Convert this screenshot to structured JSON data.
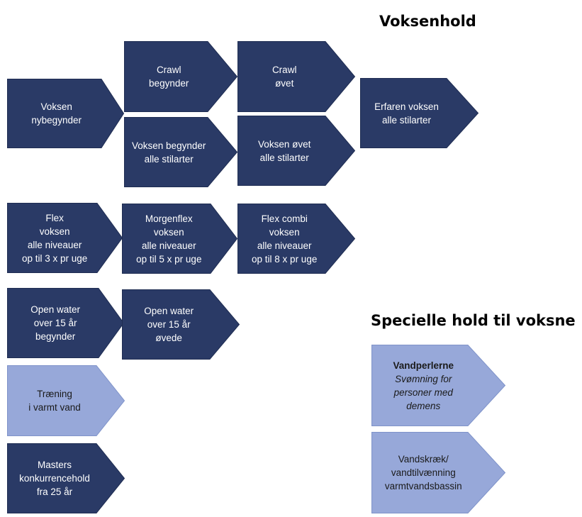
{
  "headings": {
    "main": "Voksenhold",
    "special": "Specielle hold til voksne"
  },
  "boxes": {
    "voksen_nybegynder": [
      "Voksen",
      "nybegynder"
    ],
    "crawl_begynder": [
      "Crawl",
      "begynder"
    ],
    "crawl_ovet": [
      "Crawl",
      "øvet"
    ],
    "erfaren_voksen": [
      "Erfaren voksen",
      "alle stilarter"
    ],
    "voksen_begynder_alle": [
      "Voksen begynder",
      "alle stilarter"
    ],
    "voksen_ovet_alle": [
      "Voksen øvet",
      "alle stilarter"
    ],
    "flex_voksen": [
      "Flex",
      "voksen",
      "alle niveauer",
      "op til 3 x pr uge"
    ],
    "morgenflex_voksen": [
      "Morgenflex",
      "voksen",
      "alle niveauer",
      "op til 5 x pr uge"
    ],
    "flex_combi_voksen": [
      "Flex combi",
      "voksen",
      "alle niveauer",
      "op til 8 x pr uge"
    ],
    "open_water_begynder": [
      "Open water",
      "over 15 år",
      "begynder"
    ],
    "open_water_ovede": [
      "Open water",
      "over 15 år",
      "øvede"
    ],
    "traening_varmt_vand": [
      "Træning",
      "i varmt vand"
    ],
    "masters": [
      "Masters",
      "konkurrencehold",
      "fra 25 år"
    ],
    "vandperlerne": {
      "title": "Vandperlerne",
      "lines": [
        "Svømning for",
        "personer med",
        "demens"
      ]
    },
    "vandskraek": [
      "Vandskræk/",
      "vandtilvænning",
      "varmtvandsbassin"
    ]
  },
  "colors": {
    "dark_fill": "#2a3a66",
    "light_fill": "#97a8d9",
    "dark_text": "#ffffff",
    "light_text": "#1a1a1a"
  }
}
